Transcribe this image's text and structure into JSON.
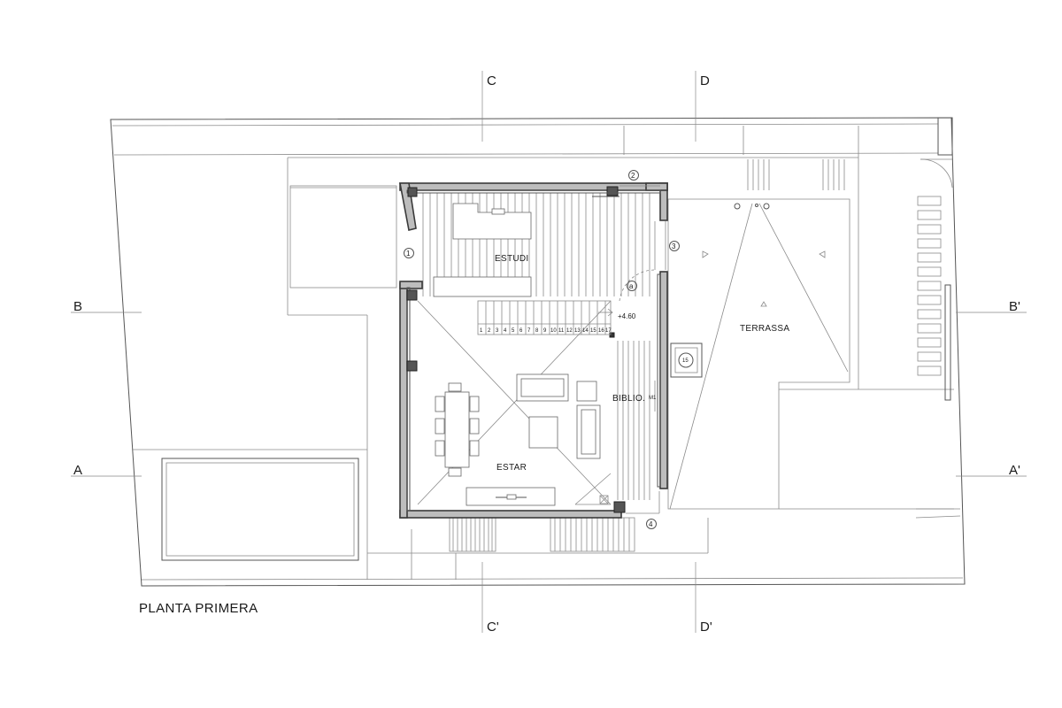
{
  "sections": {
    "top_c": "C",
    "top_d": "D",
    "bottom_c": "C'",
    "bottom_d": "D'",
    "left_b": "B",
    "right_b": "B'",
    "left_a": "A",
    "right_a": "A'"
  },
  "rooms": {
    "estudi": "ESTUDI",
    "estar": "ESTAR",
    "biblio": "BIBLIO.",
    "terrassa": "TERRASSA"
  },
  "markers": {
    "m1": "1",
    "m2": "2",
    "m3": "3",
    "m4": "4",
    "ma": "a",
    "m15": "15",
    "m11": "M1"
  },
  "level": "+4.60",
  "stair_steps": [
    "1",
    "2",
    "3",
    "4",
    "5",
    "6",
    "7",
    "8",
    "9",
    "10",
    "11",
    "12",
    "13",
    "14",
    "15",
    "16",
    "17"
  ],
  "plan_title": "PLANTA PRIMERA"
}
